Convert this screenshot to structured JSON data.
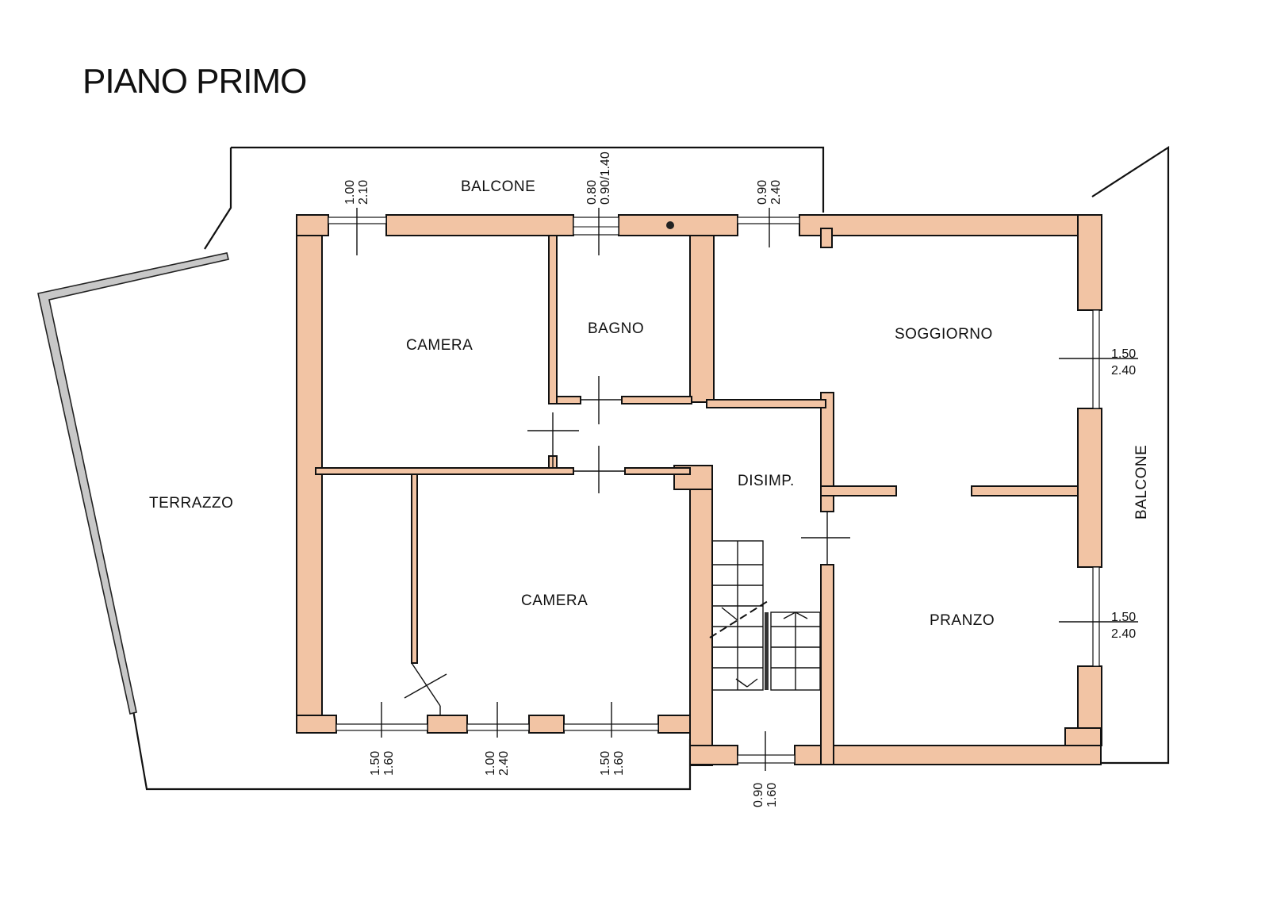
{
  "title": "PIANO PRIMO",
  "rooms": {
    "camera_top": "CAMERA",
    "bagno": "BAGNO",
    "soggiorno": "SOGGIORNO",
    "disimp": "DISIMP.",
    "camera_bottom": "CAMERA",
    "pranzo": "PRANZO",
    "terrazzo": "TERRAZZO",
    "balcone_top": "BALCONE",
    "balcone_right": "BALCONE"
  },
  "dims": {
    "w_top1_a": "1.00",
    "w_top1_b": "2.10",
    "w_top2_a": "0.80",
    "w_top2_b": "0.90/1.40",
    "w_top3_a": "0.90",
    "w_top3_b": "2.40",
    "w_right1_a": "1.50",
    "w_right1_b": "2.40",
    "w_right2_a": "1.50",
    "w_right2_b": "2.40",
    "w_bot1_a": "1.50",
    "w_bot1_b": "1.60",
    "w_bot2_a": "1.00",
    "w_bot2_b": "2.40",
    "w_bot3_a": "1.50",
    "w_bot3_b": "1.60",
    "w_bot4_a": "0.90",
    "w_bot4_b": "1.60"
  }
}
